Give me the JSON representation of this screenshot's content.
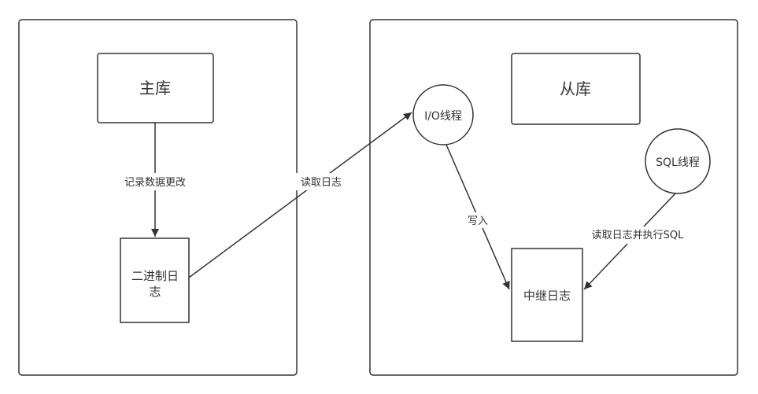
{
  "nodes": {
    "master": "主库",
    "binlog_line1": "二进制日",
    "binlog_line2": "志",
    "slave": "从库",
    "io_thread": "I/O线程",
    "sql_thread": "SQL线程",
    "relay_log": "中继日志"
  },
  "edges": {
    "record_changes": "记录数据更改",
    "read_log": "读取日志",
    "write_in": "写入",
    "read_execute_sql": "读取日志并执行SQL"
  }
}
